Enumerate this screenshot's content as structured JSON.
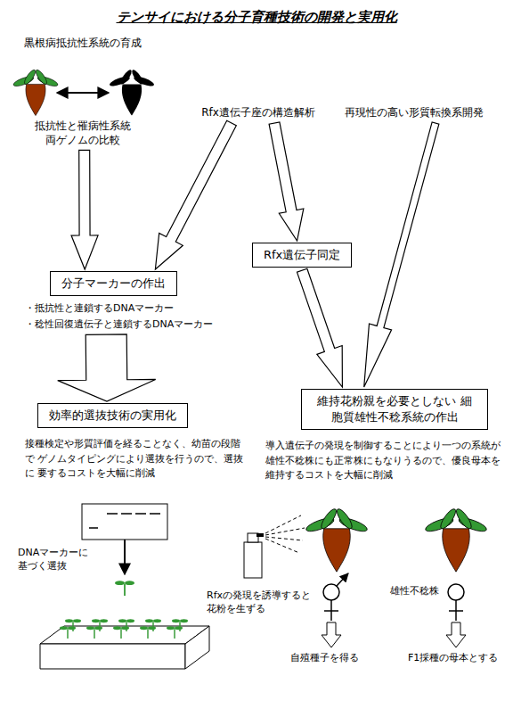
{
  "diagram": {
    "title": "テンサイにおける分子育種技術の開発と実用化",
    "nodes": [
      {
        "text": [
          "黒根病抵抗性系統の育成",
          "抵抗性と罹病性系統 両ゲノムの比較"
        ]
      },
      {
        "text": [
          "Rfx遺伝子座の構造解析"
        ]
      },
      {
        "text": [
          "再現性の高い形質転換系開発"
        ]
      },
      {
        "text": [
          "分子マーカーの作出",
          "・抵抗性と連鎖するDNAマーカー",
          "・稔性回復遺伝子と連鎖するDNAマーカー"
        ]
      },
      {
        "text": [
          "Rfx遺伝子同定"
        ]
      },
      {
        "text": [
          "効率的選抜技術の実用化",
          "接種検定や形質評価を経ることなく、幼苗の段階で ゲノムタイピングにより選抜を行うので、選抜に 要するコストを大幅に削減"
        ]
      },
      {
        "text": [
          "維持花粉親を必要としない 細胞質雄性不稔系統の作出",
          "導入遺伝子の発現を制御することにより一つの系統が 雄性不稔株にも正常株にもなりうるので、優良母本を 維持するコストを大幅に削減"
        ]
      }
    ],
    "edges": [
      {
        "from": 0,
        "to": 3,
        "arrow": "to"
      },
      {
        "from": 1,
        "to": 3,
        "arrow": "to"
      },
      {
        "from": 1,
        "to": 4,
        "arrow": "to"
      },
      {
        "from": 2,
        "to": 6,
        "arrow": "to"
      },
      {
        "from": 4,
        "to": 6,
        "arrow": "to"
      },
      {
        "from": 3,
        "to": 5,
        "arrow": "to"
      }
    ],
    "labels": [
      "DNAマーカーに 基づく選抜",
      "Rfxの発現を誘導すると 花粉を生ずる",
      "雄性不稔株",
      "自殖種子を得る",
      "F1採種の母本とする"
    ]
  }
}
